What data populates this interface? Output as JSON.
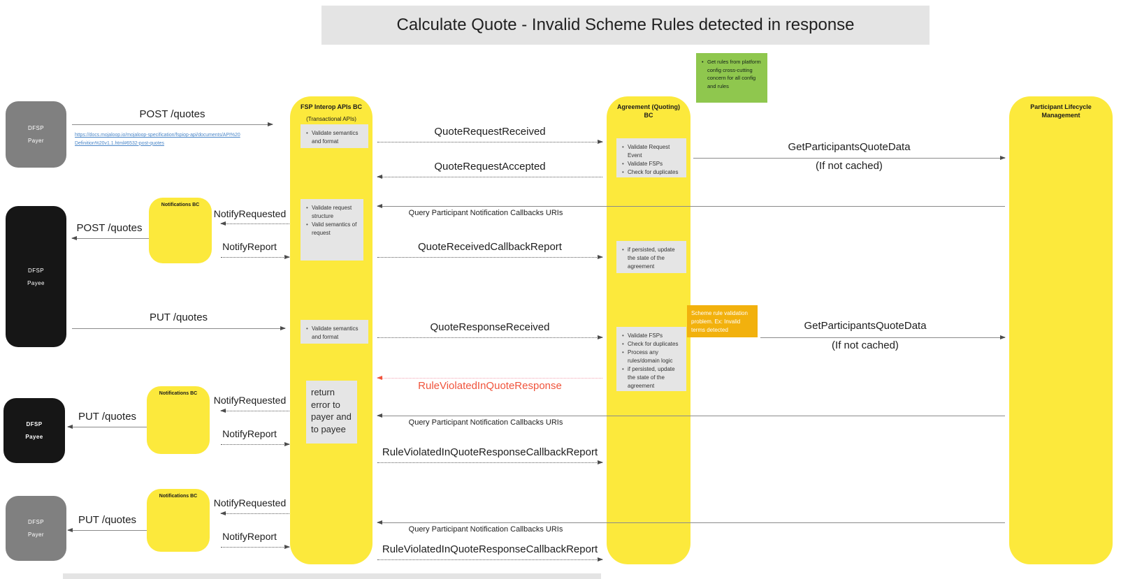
{
  "title": "Calculate Quote - Invalid Scheme Rules detected in response",
  "colors": {
    "lifeline_yellow": "#FCE93C",
    "actor_gray": "#808080",
    "actor_black": "#161616",
    "activity_gray": "#E5E5E5",
    "note_green": "#8FC74E",
    "note_orange": "#F2B10D",
    "error_red": "#F0543C",
    "error_pink": "#F2A0B0",
    "link_blue": "#4A86C8",
    "title_bg": "#E4E4E4",
    "line_solid": "#8A8A8A",
    "line_dotted": "#5A5A5A",
    "arrowhead": "#4D4D4D"
  },
  "lifelines": {
    "fsp_interop": {
      "name": "FSP Interop APIs BC",
      "subtitle": "(Transactional APIs)"
    },
    "agreement": {
      "name": "Agreement (Quoting) BC"
    },
    "participant": {
      "name": "Participant Lifecycle Management"
    },
    "notifications": {
      "name": "Notifications BC"
    }
  },
  "actors": {
    "dfsp_payer": {
      "line1": "DFSP",
      "line2": "Payer"
    },
    "dfsp_payee": {
      "line1": "DFSP",
      "line2": "Payee"
    }
  },
  "notes": {
    "platform_config": "Get rules from platform config cross-cutting concern for all config and rules",
    "scheme_rule": "Scheme rule validation problem. Ex: Invalid terms detected"
  },
  "activities": {
    "validate_semantics": [
      "Validate semantics and format"
    ],
    "validate_request": [
      "Validate request structure",
      "Valid semantics of request"
    ],
    "validate_request_event": [
      "Validate Request Event",
      "Validate FSPs",
      "Check for duplicates"
    ],
    "persist_state": [
      "if persisted, update the state of the agreement"
    ],
    "validate_response": [
      "Validate FSPs",
      "Check for duplicates",
      "Process any rules/domain logic",
      "if persisted, update the state of the agreement"
    ],
    "return_error": "return error to payer and to payee"
  },
  "messages": {
    "post_quotes": "POST /quotes",
    "put_quotes": "PUT /quotes",
    "spec_link": "https://docs.mojaloop.io/mojaloop-specification/fspiop-api/documents/API%20Definition%20v1.1.html#6532-post-quotes",
    "quote_request_received": "QuoteRequestReceived",
    "quote_request_accepted": "QuoteRequestAccepted",
    "get_participants_quote_data": "GetParticipantsQuoteData",
    "if_not_cached": "(If not cached)",
    "query_callbacks": "Query Participant Notification Callbacks URIs",
    "notify_requested": "NotifyRequested",
    "notify_report": "NotifyReport",
    "quote_received_callback_report": "QuoteReceivedCallbackReport",
    "quote_response_received": "QuoteResponseReceived",
    "rule_violated": "RuleViolatedInQuoteResponse",
    "rule_violated_callback_report": "RuleViolatedInQuoteResponseCallbackReport"
  }
}
